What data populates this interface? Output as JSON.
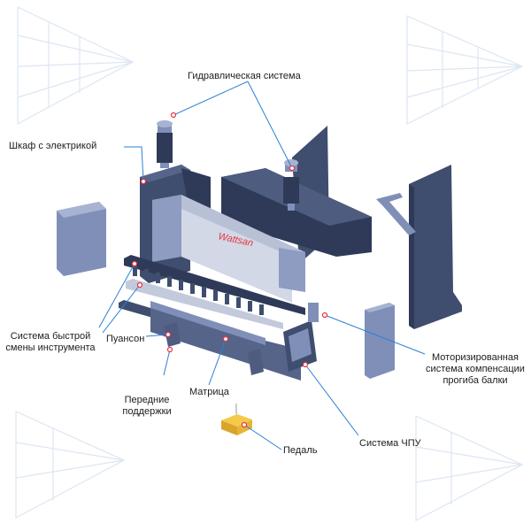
{
  "brand": {
    "logo_text": "Wattsan",
    "accent": "#e8343f"
  },
  "colors": {
    "leader": "#2a7fd6",
    "marker": "#e8343f",
    "part_dark": "#3f4d6e",
    "part_light": "#7f8fb8",
    "deco": "#dde6f2"
  },
  "labels": {
    "hydraulic_system": "Гидравлическая система",
    "electrical_cabinet": "Шкаф с электрикой",
    "quick_tool_change_line1": "Система быстрой",
    "quick_tool_change_line2": "смены инструмента",
    "punch": "Пуансон",
    "front_supports_line1": "Передние",
    "front_supports_line2": "поддержки",
    "die": "Матрица",
    "pedal": "Педаль",
    "cnc_system": "Система ЧПУ",
    "crowning_line1": "Моторизированная",
    "crowning_line2": "система компенсации",
    "crowning_line3": "прогиба балки"
  }
}
